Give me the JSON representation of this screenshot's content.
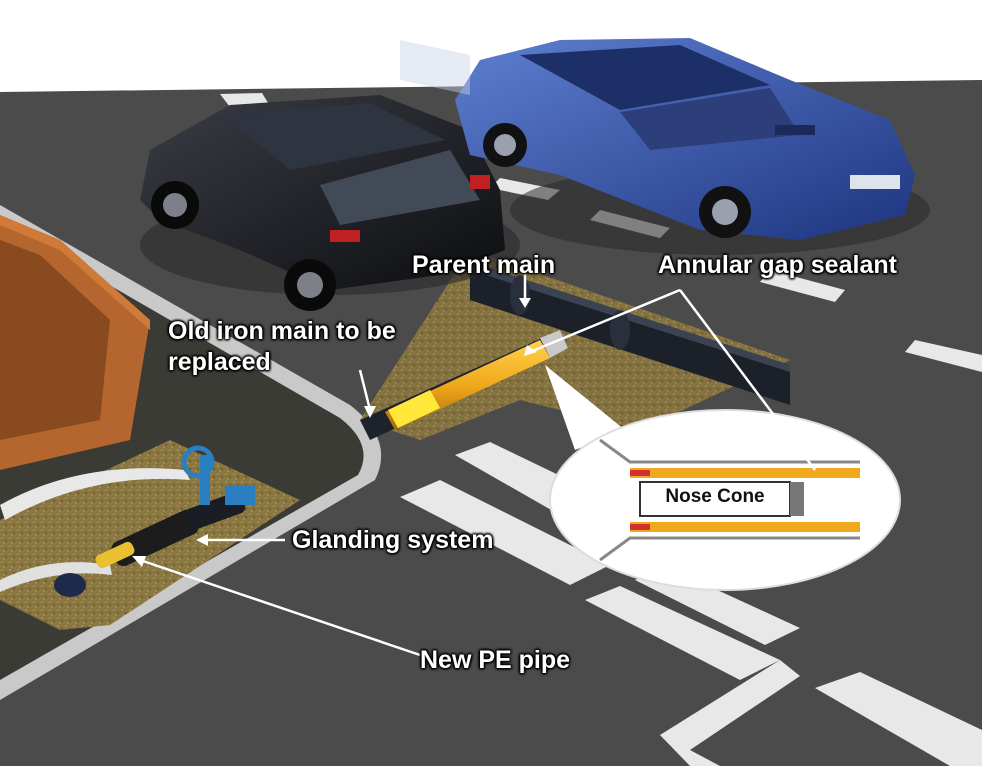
{
  "labels": {
    "parent_main": "Parent main",
    "annular_gap_sealant": "Annular gap sealant",
    "old_iron_main": "Old iron main to be replaced",
    "glanding_system": "Glanding system",
    "new_pe_pipe": "New PE pipe",
    "nose_cone": "Nose Cone"
  },
  "colors": {
    "road": "#4a4a4a",
    "pavement": "#3d3d35",
    "excavation": "#8f7a45",
    "pe_pipe": "#f0a81c",
    "iron_main": "#1e222b",
    "car_blue": "#2c4a9c",
    "car_black": "#15171c",
    "brick": "#b5652e",
    "valve": "#2a7fc0"
  }
}
